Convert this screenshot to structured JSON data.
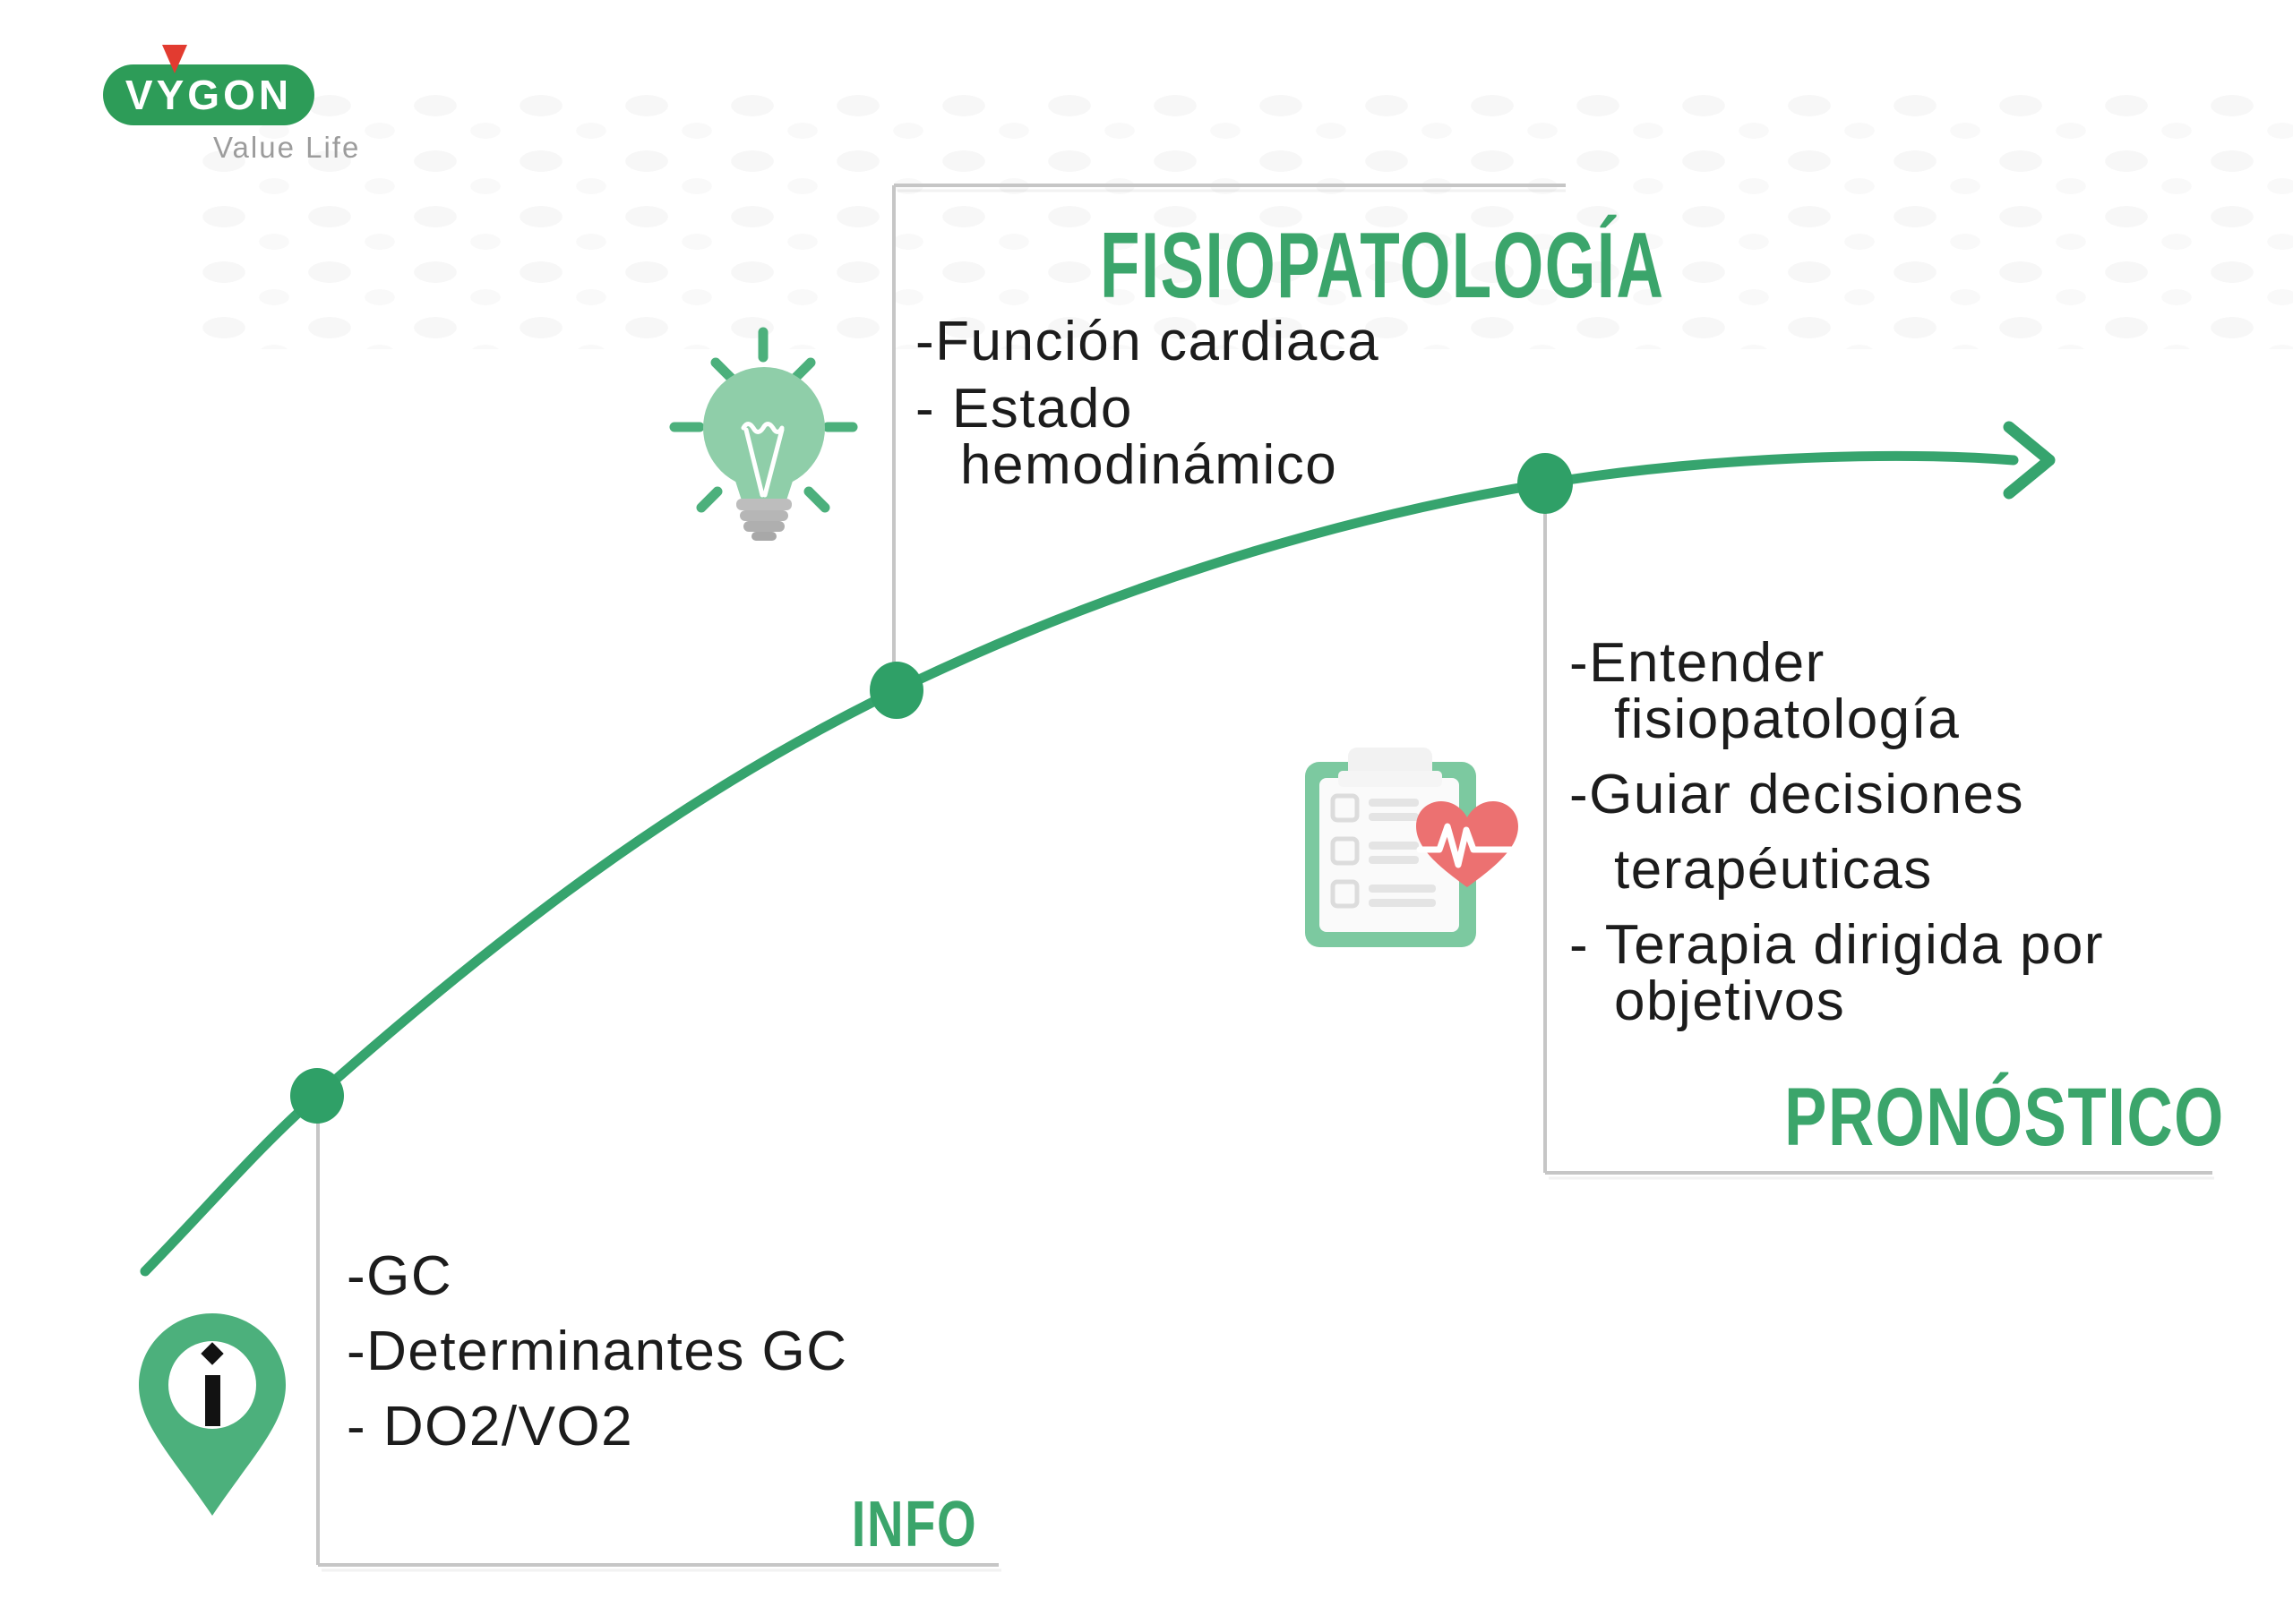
{
  "brand": {
    "name": "VYGON",
    "tagline": "Value Life"
  },
  "colors": {
    "accent_green": "#36A46E",
    "heading_green": "#3BA56B",
    "bulb_light_green": "#8FCEA9",
    "icon_green": "#4CB07C",
    "clipboard_green": "#7CC9A0",
    "heart_red": "#EC7171",
    "logo_green": "#2D9C58",
    "logo_red": "#E23B30",
    "callout_gray": "#C6C6C6",
    "text_black": "#1C1C1C",
    "tagline_gray": "#9C9C9C"
  },
  "stages": [
    {
      "id": "info",
      "title": "INFO",
      "icon": "info-pin-icon",
      "lines": [
        "-GC",
        "-Determinantes GC",
        "- DO2/VO2"
      ]
    },
    {
      "id": "fisiopatologia",
      "title": "FISIOPATOLOGÍA",
      "icon": "lightbulb-icon",
      "lines": [
        "-Función cardiaca",
        "- Estado",
        "hemodinámico"
      ]
    },
    {
      "id": "pronostico",
      "title": "PRONÓSTICO",
      "icon": "clipboard-heart-icon",
      "lines": [
        "-Entender",
        "fisiopatología",
        "-Guiar decisiones",
        "terapéuticas",
        "- Terapia dirigida por",
        "objetivos"
      ]
    }
  ]
}
